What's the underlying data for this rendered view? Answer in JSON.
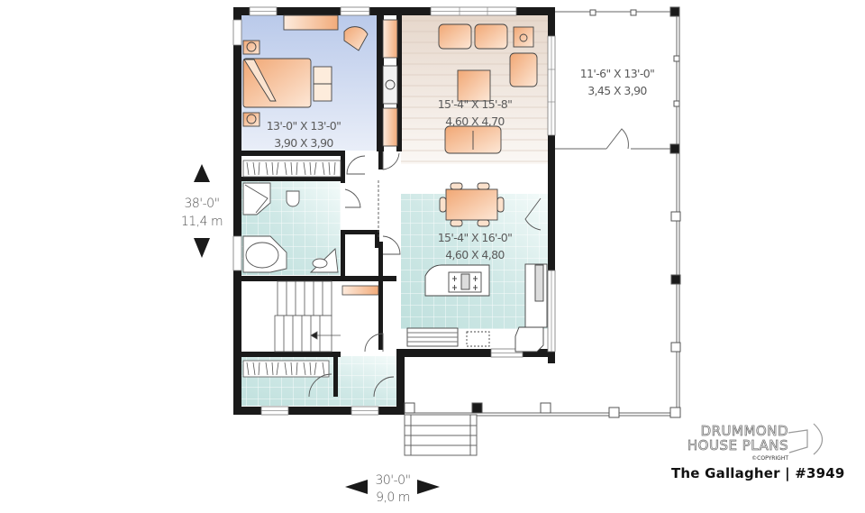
{
  "plan": {
    "title": "The Gallagher | #3949",
    "name": "The Gallagher",
    "number": "#3949"
  },
  "brand": {
    "line1": "DRUMMOND",
    "line2": "HOUSE PLANS",
    "copyright": "©COPYRIGHT"
  },
  "dimensions": {
    "height_imperial": "38'-0\"",
    "height_metric": "11,4 m",
    "width_imperial": "30'-0\"",
    "width_metric": "9,0 m"
  },
  "rooms": [
    {
      "id": "bedroom",
      "imperial": "13'-0\" X 13'-0\"",
      "metric": "3,90 X 3,90",
      "color": "#c9d6ee"
    },
    {
      "id": "living",
      "imperial": "15'-4\" X 15'-8\"",
      "metric": "4,60 X 4,70",
      "color": "#ede3db"
    },
    {
      "id": "kitchen-dining",
      "imperial": "15'-4\" X 16'-0\"",
      "metric": "4,60 X 4,80",
      "color": "#cfe8e6"
    },
    {
      "id": "screened-porch",
      "imperial": "11'-6\" X 13'-0\"",
      "metric": "3,45 X 3,90",
      "color": "#ffffff"
    }
  ],
  "colors": {
    "wall": "#1a1a1a",
    "furniture": "#f3b98a",
    "bedroom_floor": "#c5d3ee",
    "tile_floor": "#cde7e5",
    "wood_floor": "#e8dcd2",
    "label": "#5a5a5a"
  }
}
